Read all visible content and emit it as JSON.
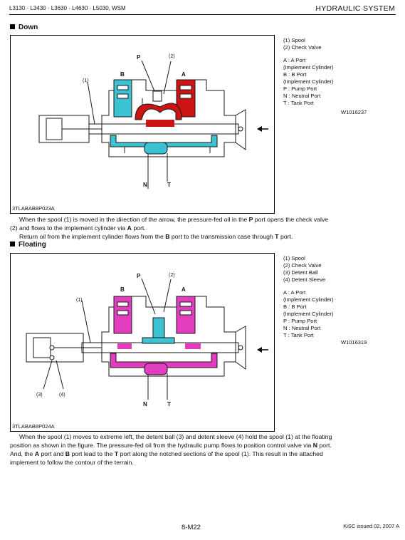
{
  "header": {
    "models": "L3130 · L3430 · L3630 · L4630 · L5030, WSM",
    "section": "HYDRAULIC SYSTEM"
  },
  "down": {
    "title": "Down",
    "legend": {
      "items1": [
        "(1)  Spool",
        "(2)  Check Valve"
      ],
      "ports": [
        "A :  A Port",
        "       (Implement Cylinder)",
        "B :  B Port",
        "       (Implement Cylinder)",
        "P :  Pump Port",
        "N :  Neutral Port",
        "T :  Tank Port"
      ]
    },
    "code": "W1016237",
    "figure_id": "3TLABAB8P023A",
    "labels": {
      "p": "P",
      "b": "B",
      "a": "A",
      "n": "N",
      "t": "T",
      "one": "(1)",
      "two": "(2)"
    },
    "text": {
      "l1a": "When the spool (1) is moved in the direction of the arrow, the pressure-fed oil in the ",
      "l1b": "P",
      "l1c": " port opens the check valve",
      "l2a": "(2) and flows to the implement cylinder via ",
      "l2b": "A",
      "l2c": " port.",
      "l3a": "Return oil from the implement cylinder flows from the ",
      "l3b": "B",
      "l3c": " port to the transmission case through ",
      "l3d": "T",
      "l3e": " port."
    }
  },
  "floating": {
    "title": "Floating",
    "legend": {
      "items1": [
        "(1)  Spool",
        "(2)  Check Valve",
        "(3)  Detent Ball",
        "(4)  Detent Sleeve"
      ],
      "ports": [
        "A :  A Port",
        "       (Implement Cylinder)",
        "B :  B Port",
        "       (Implement Cylinder)",
        "P :  Pump Port",
        "N :  Neutral Port",
        "T :  Tank Port"
      ]
    },
    "code": "W1016319",
    "figure_id": "3TLABAB8P024A",
    "labels": {
      "p": "P",
      "b": "B",
      "a": "A",
      "n": "N",
      "t": "T",
      "one": "(1)",
      "two": "(2)",
      "three": "(3)",
      "four": "(4)"
    },
    "text": {
      "l1": "When the spool (1) moves to extreme left, the detent ball (3) and detent sleeve (4) hold the spool (1) at the floating",
      "l2a": "position as shown in the figure.  The pressure-fed oil from the hydraulic pump flows to position control valve via ",
      "l2b": "N",
      "l2c": " port.",
      "l3a": "And, the ",
      "l3b": "A",
      "l3c": " port and ",
      "l3d": "B",
      "l3e": " port lead to the ",
      "l3f": "T",
      "l3g": " port along the notched sections of the spool (1).  This result in the attached",
      "l4": "implement to follow the contour of the terrain."
    }
  },
  "footer": {
    "page": "8-M22",
    "issue": "KiSC issued 02, 2007 A"
  },
  "colors": {
    "cyan": "#3cc3d3",
    "red": "#cc1414",
    "magenta": "#e23cbf",
    "outline": "#1a1a1a"
  }
}
